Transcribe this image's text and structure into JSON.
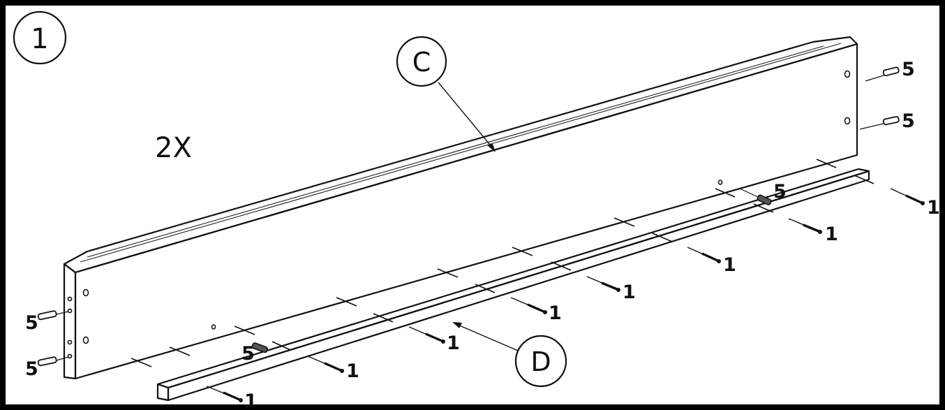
{
  "step": {
    "number": "1"
  },
  "quantity": {
    "text": "2X"
  },
  "parts": {
    "C": {
      "letter": "C"
    },
    "D": {
      "letter": "D"
    }
  },
  "hardware": {
    "dowel": {
      "label": "5"
    },
    "screw": {
      "label": "1"
    }
  },
  "colors": {
    "ink": "#111111",
    "paper": "#ffffff",
    "frame": "#000000"
  }
}
